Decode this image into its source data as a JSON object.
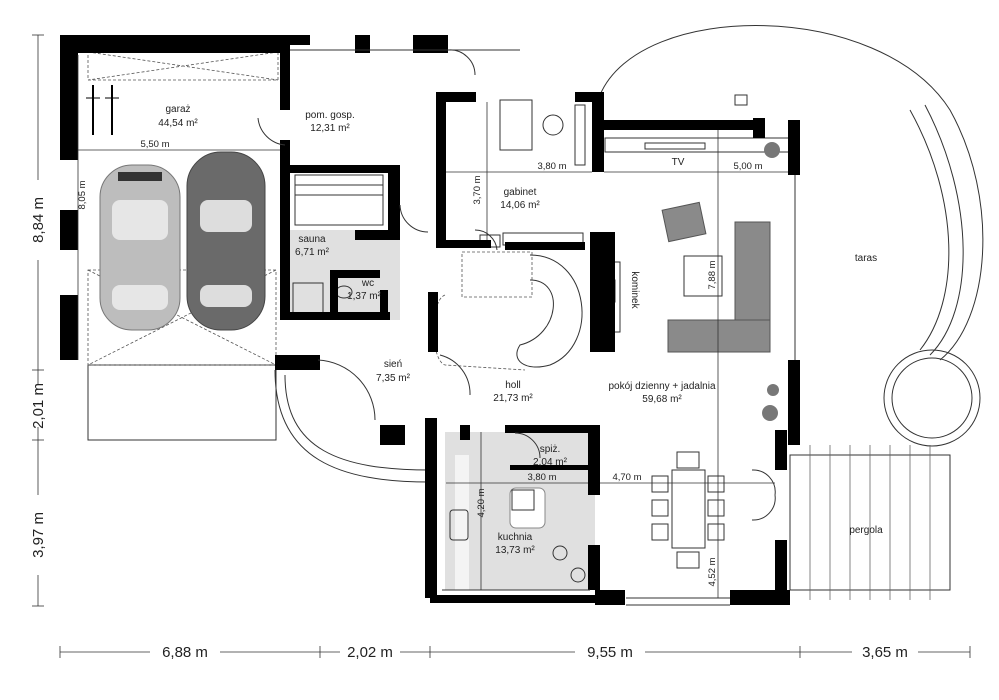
{
  "rooms": {
    "garage": {
      "name": "garaż",
      "area": "44,54 m²"
    },
    "utility": {
      "name": "pom. gosp.",
      "area": "12,31 m²"
    },
    "sauna": {
      "name": "sauna",
      "area": "6,71 m²"
    },
    "wc": {
      "name": "wc",
      "area": "1,37 m²"
    },
    "study": {
      "name": "gabinet",
      "area": "14,06 m²"
    },
    "vestibule": {
      "name": "sień",
      "area": "7,35 m²"
    },
    "hall": {
      "name": "holl",
      "area": "21,73 m²"
    },
    "living": {
      "name": "pokój dzienny + jadalnia",
      "area": "59,68 m²"
    },
    "pantry": {
      "name": "spiż.",
      "area": "2,04 m²"
    },
    "kitchen": {
      "name": "kuchnia",
      "area": "13,73 m²"
    },
    "terrace": {
      "name": "taras"
    },
    "pergola": {
      "name": "pergola"
    }
  },
  "fixtures": {
    "tv": "TV",
    "fireplace": "kominek"
  },
  "inner_dimensions": {
    "garage_width": "5,50 m",
    "garage_depth": "8,05 m",
    "study_width": "3,80 m",
    "study_depth": "3,70 m",
    "living_width_top": "5,00 m",
    "living_depth": "7,88 m",
    "kitchen_width": "3,80 m",
    "dining_width": "4,70 m",
    "kitchen_depth": "4,20 m",
    "dining_depth": "4,52 m"
  },
  "outer_dimensions": {
    "left": [
      "8,84 m",
      "2,01 m",
      "3,97 m"
    ],
    "bottom": [
      "6,88 m",
      "2,02 m",
      "9,55 m",
      "3,65 m"
    ]
  }
}
